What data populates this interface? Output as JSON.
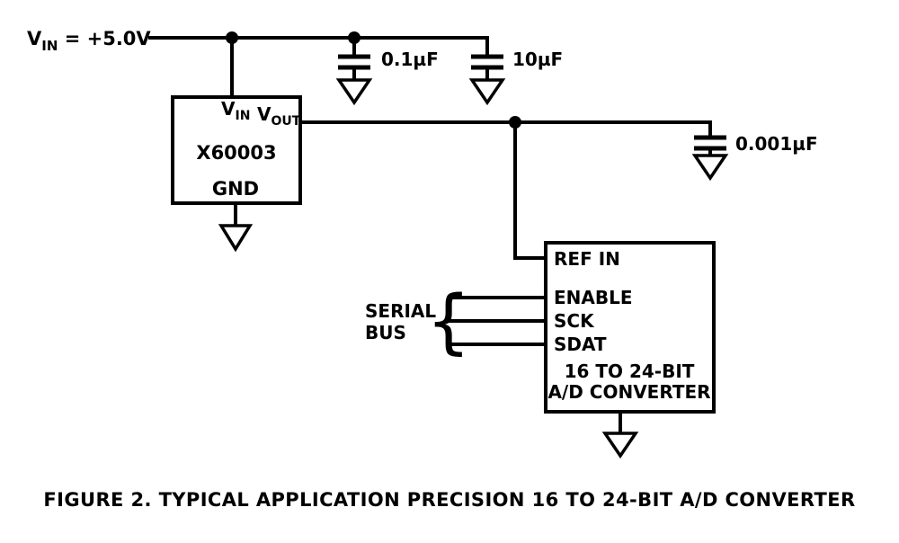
{
  "colors": {
    "ink": "#000000",
    "background": "#ffffff"
  },
  "power": {
    "label_v": "V",
    "label_sub": "IN",
    "label_rest": " = +5.0V"
  },
  "capacitors": [
    {
      "value": "0.1µF"
    },
    {
      "value": "10µF"
    },
    {
      "value": "0.001µF"
    }
  ],
  "regulator": {
    "part": "X60003",
    "vin_v": "V",
    "vin_sub": "IN",
    "vout_v": "V",
    "vout_sub": "OUT",
    "gnd": "GND"
  },
  "adc": {
    "pin_refin": "REF IN",
    "pin_enable": "ENABLE",
    "pin_sck": "SCK",
    "pin_sdat": "SDAT",
    "name_line1": "16 TO 24-BIT",
    "name_line2": "A/D CONVERTER"
  },
  "serial_bus": {
    "line1": "SERIAL",
    "line2": "BUS",
    "brace": "{"
  },
  "caption": "FIGURE 2. TYPICAL APPLICATION PRECISION 16 TO 24-BIT A/D CONVERTER"
}
